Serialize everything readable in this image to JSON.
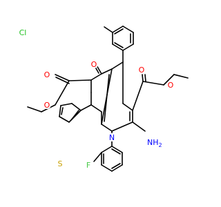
{
  "atom_labels": {
    "cl": "Cl",
    "o_ester_left_carbonyl": "O",
    "o_ester_left_ether": "O",
    "o_ketone": "O",
    "o_ester_right_carbonyl": "O",
    "o_ester_right_ether": "O",
    "s_thiophene": "S",
    "nh2_n": "NH",
    "nh2_sub": "2",
    "n_ring": "N",
    "f": "F"
  },
  "colors": {
    "bond": "#000000",
    "carbon": "#000000",
    "oxygen": "#ff0000",
    "nitrogen": "#0000ff",
    "sulfur": "#c8a000",
    "chlorine": "#1fc01f",
    "fluorine": "#46c946"
  }
}
